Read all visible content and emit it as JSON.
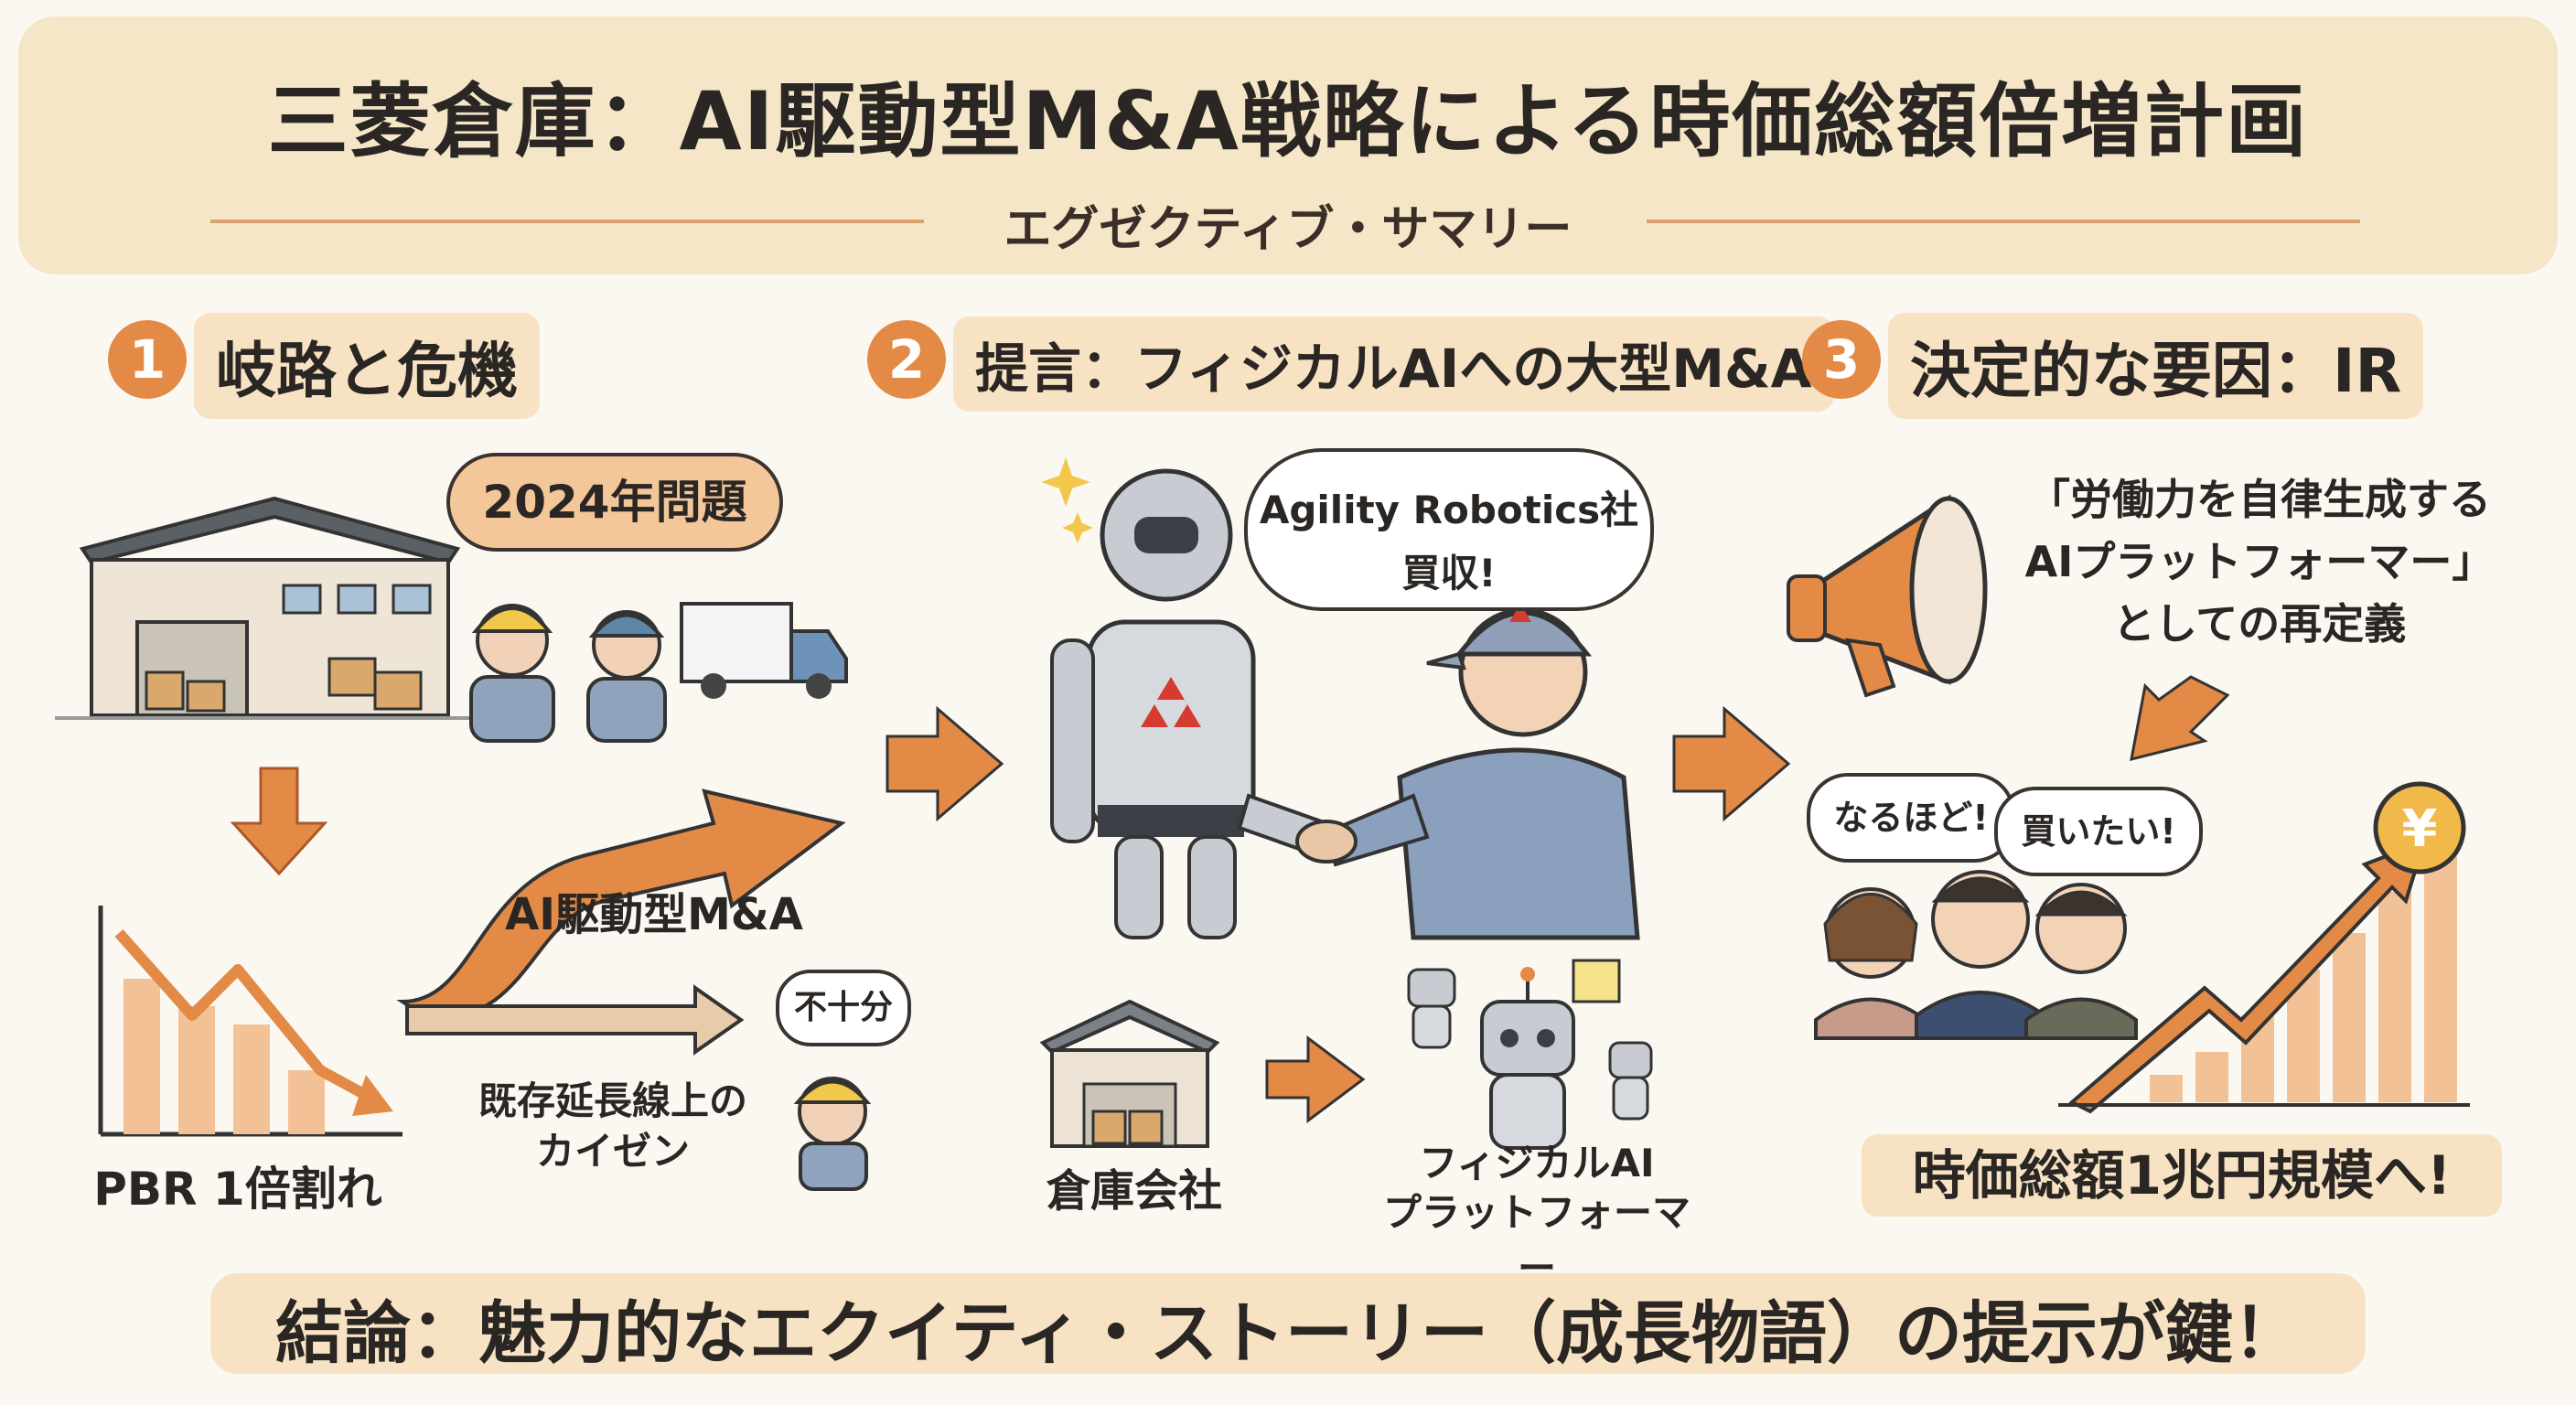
{
  "header": {
    "title": "三菱倉庫：AI駆動型M&A戦略による時価総額倍増計画",
    "subtitle": "エグゼクティブ・サマリー"
  },
  "sections": [
    {
      "number": "1",
      "title": "岐路と危機"
    },
    {
      "number": "2",
      "title": "提言：フィジカルAIへの大型M&A"
    },
    {
      "number": "3",
      "title": "決定的な要因：IR"
    }
  ],
  "panel1": {
    "problem_bubble": "2024年問題",
    "pbr_label": "PBR 1倍割れ",
    "ai_arrow_label": "AI駆動型M&A",
    "kaizen_label_line1": "既存延長線上の",
    "kaizen_label_line2": "カイゼン",
    "insufficient_bubble": "不十分"
  },
  "panel2": {
    "acquisition_bubble_line1": "Agility Robotics社",
    "acquisition_bubble_line2": "買収!",
    "warehouse_label": "倉庫会社",
    "platform_label_line1": "フィジカルAI",
    "platform_label_line2": "プラットフォーマー"
  },
  "panel3": {
    "quote_line1": "「労働力を自律生成する",
    "quote_line2": "AIプラットフォーマー」",
    "quote_line3": "としての再定義",
    "bubble_left": "なるほど!",
    "bubble_right": "買いたい!",
    "market_cap_label": "時価総額1兆円規模へ!"
  },
  "conclusion": "結論：魅力的なエクイティ・ストーリー（成長物語）の提示が鍵！",
  "colors": {
    "accent_orange": "#e38a46",
    "header_bg": "#f6e6c8",
    "highlight": "#f7e3c3",
    "arrow_beige": "#e8ccaa"
  }
}
